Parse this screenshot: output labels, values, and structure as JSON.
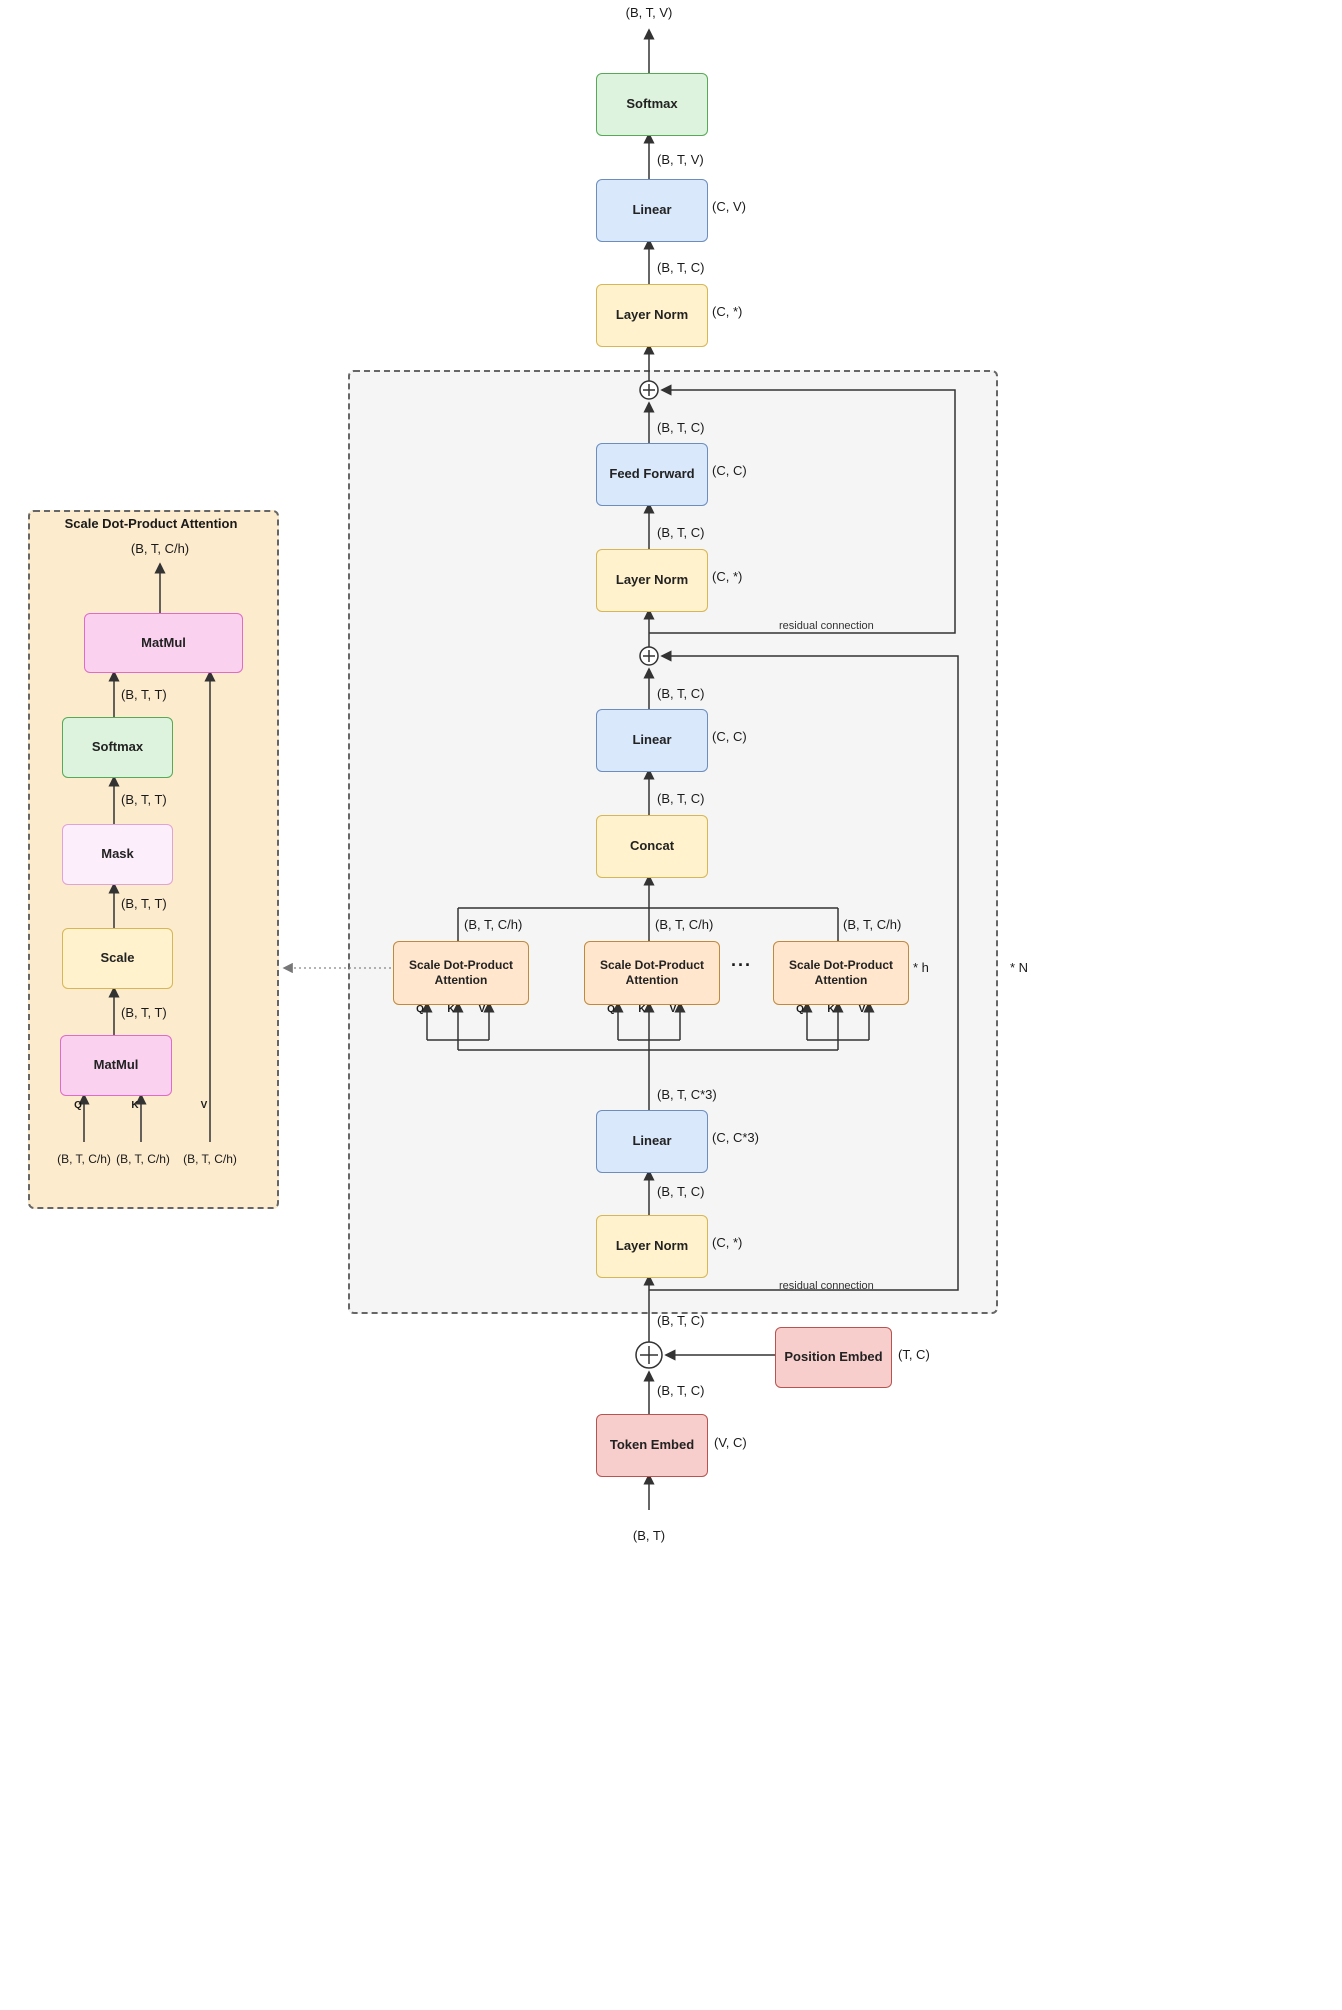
{
  "texts": {
    "softmax": "Softmax",
    "linear": "Linear",
    "layer_norm": "Layer Norm",
    "feed_forward": "Feed Forward",
    "concat": "Concat",
    "attention": "Scale Dot-Product Attention",
    "matmul": "MatMul",
    "mask": "Mask",
    "scale": "Scale",
    "token_embed": "Token Embed",
    "position_embed": "Position Embed",
    "residual": "residual connection",
    "dots": "...",
    "h_repeat": "* h",
    "n_repeat": "* N",
    "q": "Q",
    "k": "K",
    "v": "V"
  },
  "tensors": {
    "btv": "(B, T, V)",
    "btc": "(B, T, C)",
    "btc3": "(B, T, C*3)",
    "btch": "(B, T, C/h)",
    "btt": "(B, T, T)",
    "bt": "(B, T)"
  },
  "shapes": {
    "cv": "(C, V)",
    "cstar": "(C, *)",
    "cc": "(C, C)",
    "cc3": "(C, C*3)",
    "tc": "(T, C)",
    "vc": "(V, C)"
  },
  "palette": {
    "green_fill": "#ddf3dd",
    "green_stroke": "#57a957",
    "blue_fill": "#dae8fc",
    "blue_stroke": "#6c8ebf",
    "yellow_fill": "#fff2cc",
    "yellow_stroke": "#d6b656",
    "orange_fill": "#ffe6cc",
    "orange_stroke": "#c08a3e",
    "pink_fill": "#fad2f0",
    "pink_stroke": "#e06bc8",
    "lilac_fill": "#fdeefb",
    "lilac_stroke": "#e0a3d6",
    "red_fill": "#f8cecc",
    "red_stroke": "#b85450",
    "block_fill": "#f5f5f5",
    "sdpa_fill": "#fcebcd",
    "wire": "#333333"
  }
}
